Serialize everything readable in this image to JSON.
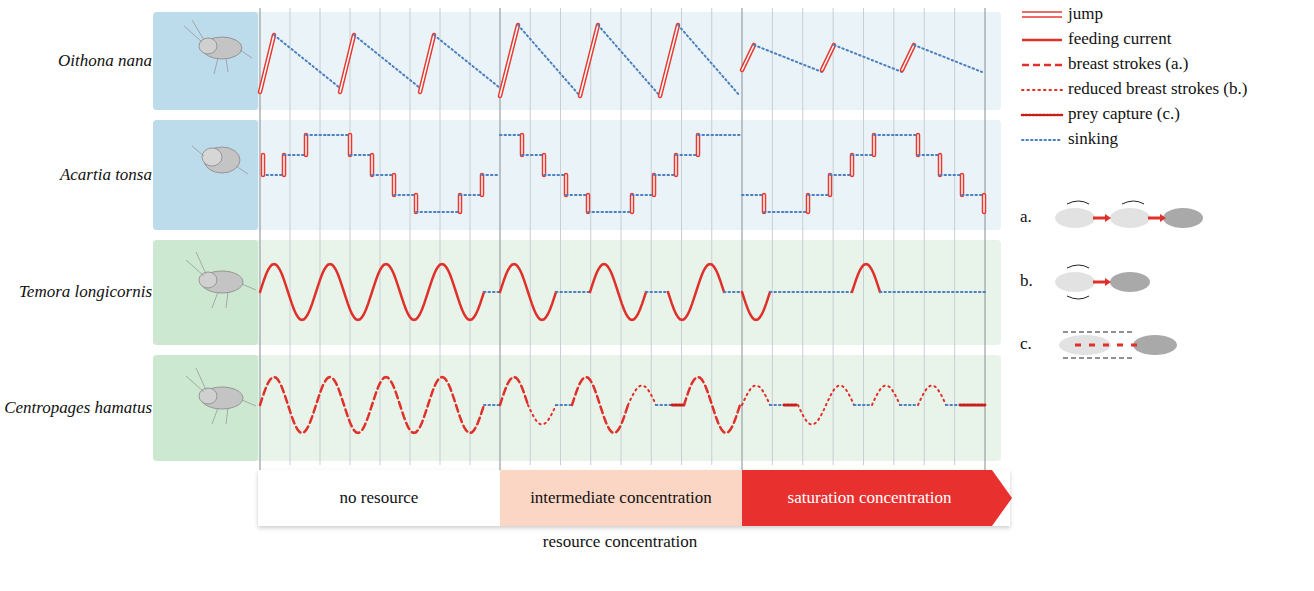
{
  "diagram": {
    "nodes": [
      {
        "text": [
          "Oithona nana"
        ]
      },
      {
        "text": [
          "Acartia tonsa"
        ]
      },
      {
        "text": [
          "Temora longicornis"
        ]
      },
      {
        "text": [
          "Centropages hamatus"
        ]
      },
      {
        "text": [
          "no resource"
        ]
      },
      {
        "text": [
          "intermediate concentration"
        ]
      },
      {
        "text": [
          "saturation concentration"
        ]
      }
    ],
    "labels": [
      "a.",
      "b.",
      "c.",
      "resource concentration"
    ],
    "legend": [
      {
        "text": "jump"
      },
      {
        "text": "feeding current"
      },
      {
        "text": "breast strokes (a.)"
      },
      {
        "text": "reduced breast strokes (b.)"
      },
      {
        "text": "prey capture (c.)"
      },
      {
        "text": "sinking"
      }
    ]
  }
}
